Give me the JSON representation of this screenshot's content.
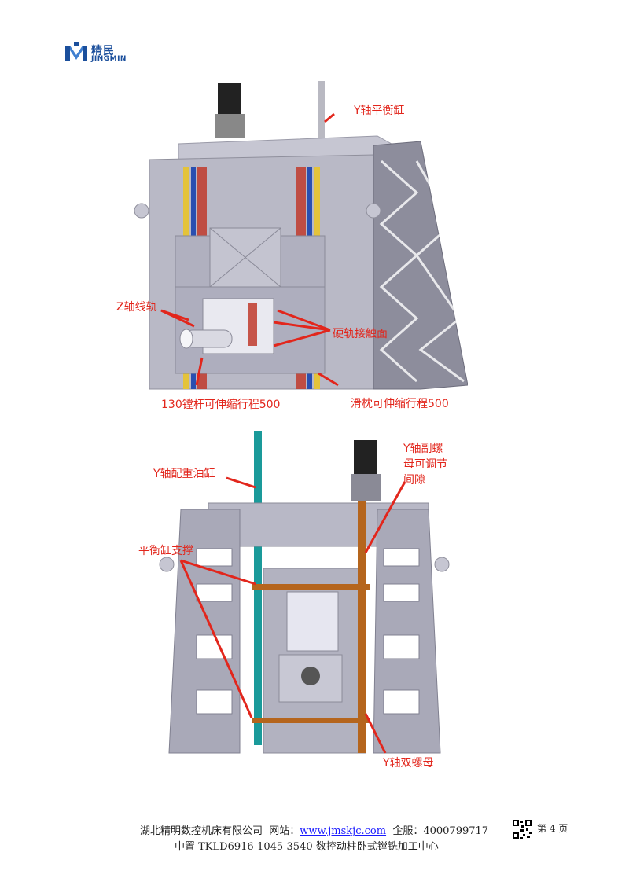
{
  "logo": {
    "cn": "精民",
    "en": "JINGMIN"
  },
  "figure1": {
    "labels": {
      "y_balance_cylinder": "Y轴平衡缸",
      "z_linear_rail": "Z轴线轨",
      "hard_rail_contact": "硬轨接触面",
      "boring_bar_stroke": "130镗杆可伸缩行程500",
      "ram_stroke": "滑枕可伸缩行程500"
    }
  },
  "figure2": {
    "labels": {
      "y_counterweight_cylinder": "Y轴配重油缸",
      "y_aux_nut_line1": "Y轴副螺",
      "y_aux_nut_line2": "母可调节",
      "y_aux_nut_line3": "间隙",
      "balance_cylinder_support": "平衡缸支撑",
      "y_double_nut": "Y轴双螺母"
    }
  },
  "footer": {
    "company": "湖北精明数控机床有限公司",
    "website_label": "网站：",
    "website": "www.jmskjc.com",
    "service_label": "企服：",
    "service_phone": "4000799717",
    "page_label": "第 4 页",
    "product": "中置 TKLD6916-1045-3540 数控动柱卧式镗铣加工中心"
  },
  "colors": {
    "annotation": "#e2261c",
    "link": "#1a1aff",
    "brand": "#1b4f9c"
  }
}
